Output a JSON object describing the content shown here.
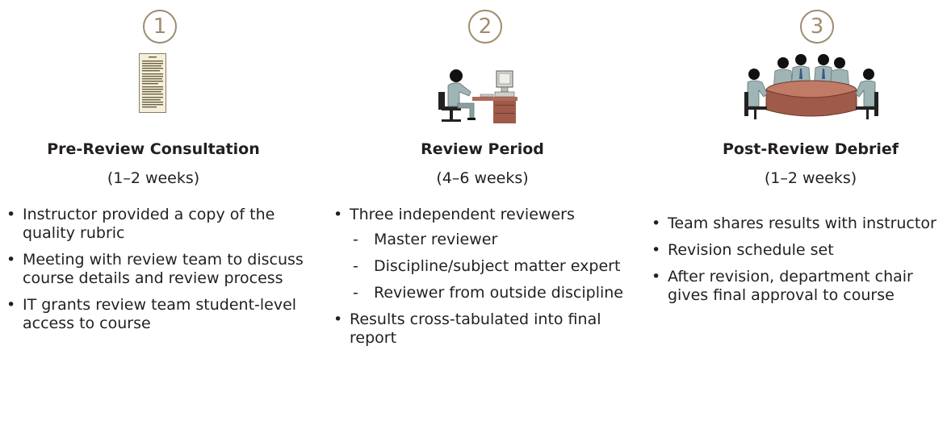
{
  "colors": {
    "badge": "#a08c70",
    "text": "#231f20",
    "desk": "#a05a4a",
    "figure_suit": "#9fb4b4"
  },
  "steps": [
    {
      "number": "1",
      "illustration": "document-icon",
      "title": "Pre-Review Consultation",
      "duration": "(1–2 weeks)",
      "bullets": [
        {
          "text": "Instructor provided a copy of the quality rubric"
        },
        {
          "text": "Meeting with review team to discuss course details and review process"
        },
        {
          "text": "IT grants review team student-level access to course"
        }
      ]
    },
    {
      "number": "2",
      "illustration": "person-at-computer-icon",
      "title": "Review Period",
      "duration": "(4–6 weeks)",
      "bullets": [
        {
          "text": "Three independent reviewers",
          "sub": [
            "Master reviewer",
            "Discipline/subject matter expert",
            "Reviewer from outside discipline"
          ]
        },
        {
          "text": "Results cross-tabulated into final report"
        }
      ]
    },
    {
      "number": "3",
      "illustration": "team-meeting-icon",
      "title": "Post-Review Debrief",
      "duration": "(1–2 weeks)",
      "bullets": [
        {
          "text": "Team shares results with instructor"
        },
        {
          "text": "Revision schedule set"
        },
        {
          "text": "After revision, department chair gives final approval to course"
        }
      ]
    }
  ]
}
